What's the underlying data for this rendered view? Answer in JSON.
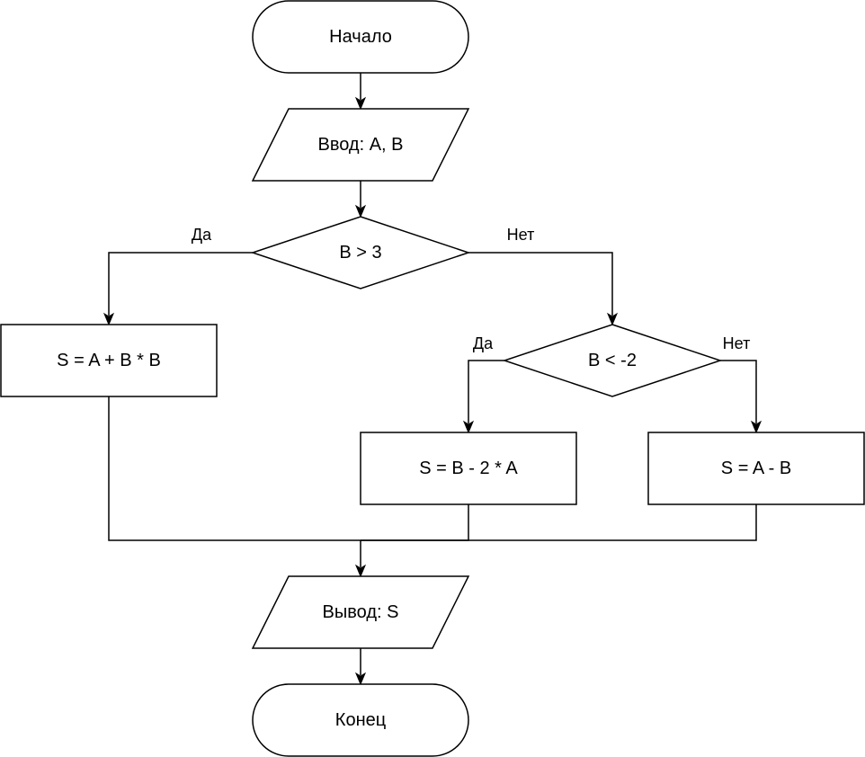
{
  "nodes": {
    "start": "Начало",
    "input": "Ввод: A, B",
    "cond1": "B > 3",
    "calc1": "S = A + B * B",
    "cond2": "B < -2",
    "calc2": "S = B - 2 * A",
    "calc3": "S = A - B",
    "output": "Вывод: S",
    "end": "Конец"
  },
  "edge_labels": {
    "cond1_yes": "Да",
    "cond1_no": "Нет",
    "cond2_yes": "Да",
    "cond2_no": "Нет"
  }
}
